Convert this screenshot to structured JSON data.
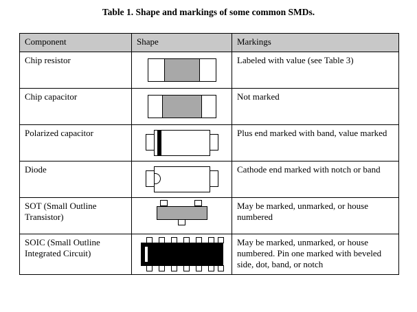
{
  "caption": "Table 1. Shape and markings of some common SMDs.",
  "table": {
    "headers": [
      "Component",
      "Shape",
      "Markings"
    ],
    "rows": [
      {
        "component": "Chip resistor",
        "shape_icon": "chip-resistor-shape",
        "markings": "Labeled with value (see Table 3)"
      },
      {
        "component": "Chip capacitor",
        "shape_icon": "chip-capacitor-shape",
        "markings": "Not marked"
      },
      {
        "component": "Polarized capacitor",
        "shape_icon": "polarized-capacitor-shape",
        "markings": "Plus end marked with band, value marked"
      },
      {
        "component": "Diode",
        "shape_icon": "diode-shape",
        "markings": "Cathode end marked with notch or band"
      },
      {
        "component": "SOT (Small Outline Transistor)",
        "shape_icon": "sot-shape",
        "markings": "May be marked, unmarked, or house numbered"
      },
      {
        "component": "SOIC (Small Outline Integrated Circuit)",
        "shape_icon": "soic-shape",
        "markings": "May be marked, unmarked, or house numbered. Pin one marked with beveled side, dot, band, or notch"
      }
    ]
  },
  "colors": {
    "header_background": "#c8c8c8",
    "body_fill": "#a8a8a8",
    "ink": "#000000",
    "page_background": "#ffffff"
  }
}
